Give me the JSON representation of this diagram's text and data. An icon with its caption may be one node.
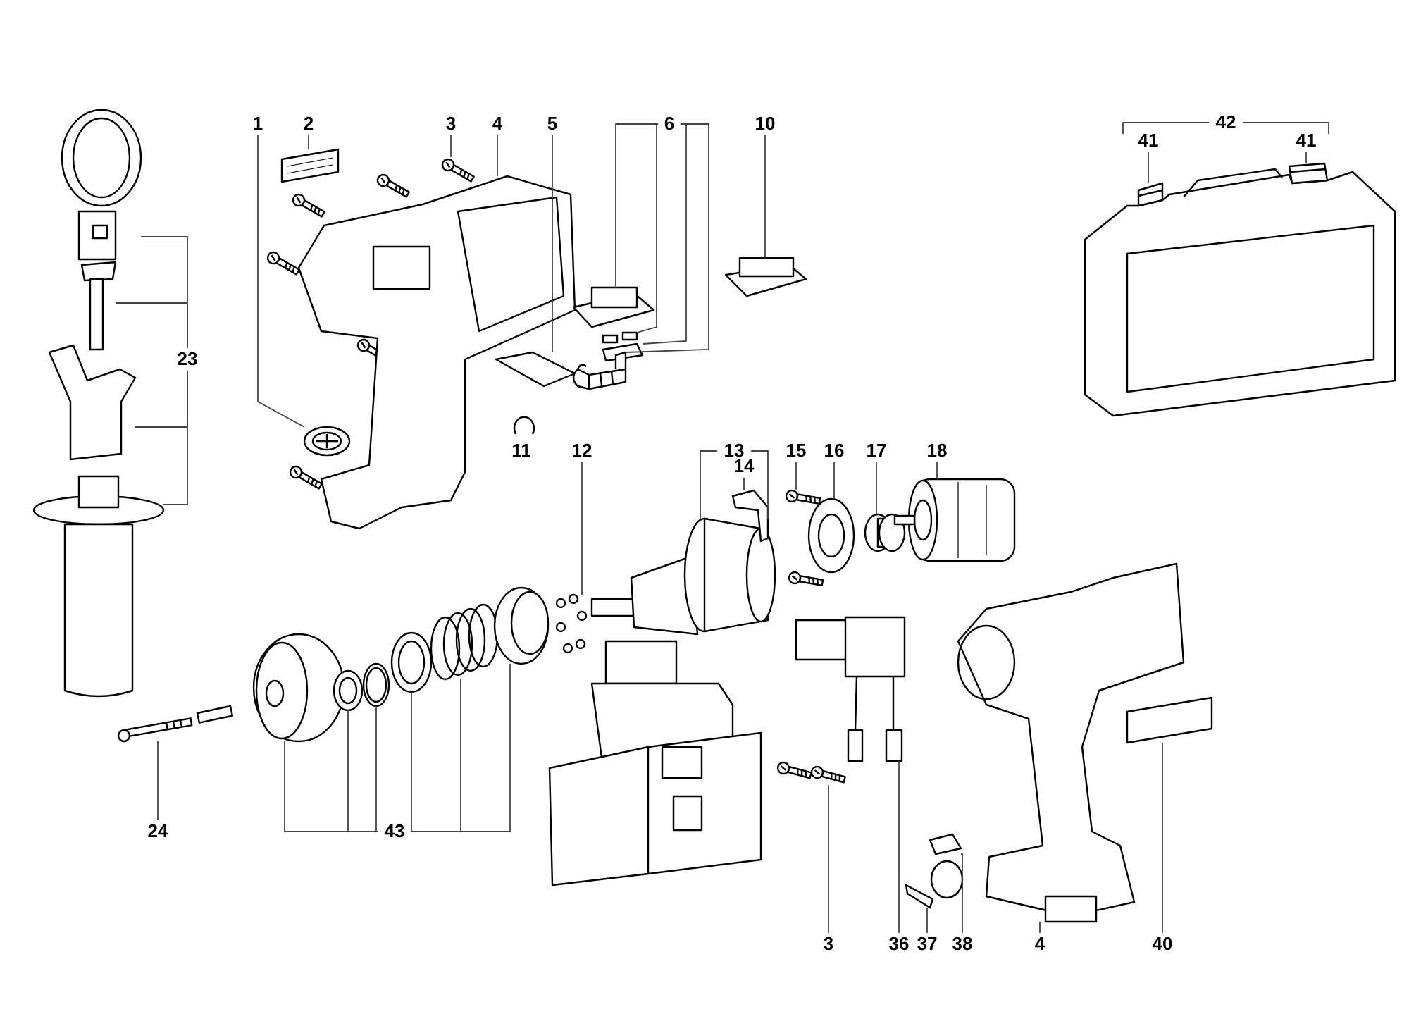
{
  "diagram": {
    "nodes": [
      {
        "text": [
          "1"
        ]
      },
      {
        "text": [
          "2"
        ]
      },
      {
        "text": [
          "3"
        ]
      },
      {
        "text": [
          "4"
        ]
      },
      {
        "text": [
          "5"
        ]
      },
      {
        "text": [
          "6"
        ]
      },
      {
        "text": [
          "10"
        ]
      },
      {
        "text": [
          "41"
        ]
      },
      {
        "text": [
          "41"
        ]
      },
      {
        "text": [
          "23"
        ]
      },
      {
        "text": [
          "12"
        ]
      },
      {
        "text": [
          "13"
        ]
      },
      {
        "text": [
          "15"
        ]
      },
      {
        "text": [
          "16"
        ]
      },
      {
        "text": [
          "17"
        ]
      },
      {
        "text": [
          "18"
        ]
      },
      {
        "text": [
          "14"
        ]
      },
      {
        "text": [
          "24"
        ]
      },
      {
        "text": [
          "43"
        ]
      },
      {
        "text": [
          "3"
        ]
      },
      {
        "text": [
          "36"
        ]
      },
      {
        "text": [
          "37"
        ]
      },
      {
        "text": [
          "38"
        ]
      },
      {
        "text": [
          "4"
        ]
      },
      {
        "text": [
          "40"
        ]
      },
      {
        "text": [],
        "shape": "picture"
      },
      {
        "text": [],
        "shape": "picture"
      },
      {
        "text": [],
        "shape": "picture"
      },
      {
        "text": [],
        "shape": "picture"
      },
      {
        "text": [],
        "shape": "picture"
      },
      {
        "text": [],
        "shape": "picture"
      },
      {
        "text": [],
        "shape": "picture"
      },
      {
        "text": [],
        "shape": "picture"
      },
      {
        "text": [],
        "shape": "picture"
      },
      {
        "text": [],
        "shape": "picture"
      },
      {
        "text": [],
        "shape": "picture"
      },
      {
        "text": [],
        "shape": "picture"
      },
      {
        "text": [],
        "shape": "picture"
      },
      {
        "text": [],
        "shape": "picture"
      },
      {
        "text": [],
        "shape": "picture"
      },
      {
        "text": [],
        "shape": "picture"
      },
      {
        "text": [],
        "shape": "picture"
      },
      {
        "text": [],
        "shape": "picture"
      },
      {
        "text": [],
        "shape": "picture"
      },
      {
        "text": [],
        "shape": "picture"
      },
      {
        "text": [],
        "shape": "picture"
      },
      {
        "text": [],
        "shape": "picture"
      },
      {
        "text": [],
        "shape": "picture"
      },
      {
        "text": [],
        "shape": "picture"
      },
      {
        "text": [],
        "shape": "picture"
      },
      {
        "text": [],
        "shape": "picture"
      },
      {
        "text": [],
        "shape": "picture"
      },
      {
        "text": [],
        "shape": "picture"
      },
      {
        "text": [],
        "shape": "picture"
      },
      {
        "text": [],
        "shape": "picture"
      },
      {
        "text": [],
        "shape": "picture"
      },
      {
        "text": [],
        "shape": "picture"
      },
      {
        "text": [],
        "shape": "picture"
      },
      {
        "text": [],
        "shape": "picture"
      },
      {
        "text": [],
        "shape": "picture"
      },
      {
        "text": [],
        "shape": "picture"
      }
    ],
    "edges": [
      {
        "from": 0,
        "to": 25,
        "arrow": "none"
      },
      {
        "from": 1,
        "to": 26,
        "arrow": "none"
      },
      {
        "from": 2,
        "to": 27,
        "arrow": "none"
      },
      {
        "from": 3,
        "to": 28,
        "arrow": "none"
      },
      {
        "from": 4,
        "to": 29,
        "arrow": "none"
      },
      {
        "from": 5,
        "to": 30,
        "arrow": "none"
      },
      {
        "from": 5,
        "to": 31,
        "arrow": "none"
      },
      {
        "from": 5,
        "to": 32,
        "arrow": "none"
      },
      {
        "from": 5,
        "to": 33,
        "arrow": "none"
      },
      {
        "from": 6,
        "to": 34,
        "arrow": "none"
      },
      {
        "from": 7,
        "to": 35,
        "arrow": "none"
      },
      {
        "from": 8,
        "to": 36,
        "arrow": "none"
      },
      {
        "from": 9,
        "to": 37,
        "arrow": "none"
      },
      {
        "from": 9,
        "to": 38,
        "arrow": "none"
      },
      {
        "from": 9,
        "to": 39,
        "arrow": "none"
      },
      {
        "from": 9,
        "to": 40,
        "arrow": "none"
      },
      {
        "from": 10,
        "to": 41,
        "arrow": "none"
      },
      {
        "from": 11,
        "to": 42,
        "arrow": "none"
      },
      {
        "from": 11,
        "to": 42,
        "arrow": "none"
      },
      {
        "from": 12,
        "to": 43,
        "arrow": "none"
      },
      {
        "from": 13,
        "to": 44,
        "arrow": "none"
      },
      {
        "from": 14,
        "to": 45,
        "arrow": "none"
      },
      {
        "from": 15,
        "to": 46,
        "arrow": "none"
      },
      {
        "from": 16,
        "to": 47,
        "arrow": "none"
      },
      {
        "from": 17,
        "to": 48,
        "arrow": "none"
      },
      {
        "from": 18,
        "to": 49,
        "arrow": "none"
      },
      {
        "from": 18,
        "to": 50,
        "arrow": "none"
      },
      {
        "from": 18,
        "to": 51,
        "arrow": "none"
      },
      {
        "from": 18,
        "to": 52,
        "arrow": "none"
      },
      {
        "from": 18,
        "to": 53,
        "arrow": "none"
      },
      {
        "from": 18,
        "to": 54,
        "arrow": "none"
      },
      {
        "from": 19,
        "to": 55,
        "arrow": "none"
      },
      {
        "from": 20,
        "to": 56,
        "arrow": "none"
      },
      {
        "from": 21,
        "to": 57,
        "arrow": "none"
      },
      {
        "from": 22,
        "to": 58,
        "arrow": "none"
      },
      {
        "from": 23,
        "to": 59,
        "arrow": "none"
      },
      {
        "from": 24,
        "to": 60,
        "arrow": "none"
      }
    ],
    "labels": [
      "42",
      "11"
    ]
  }
}
